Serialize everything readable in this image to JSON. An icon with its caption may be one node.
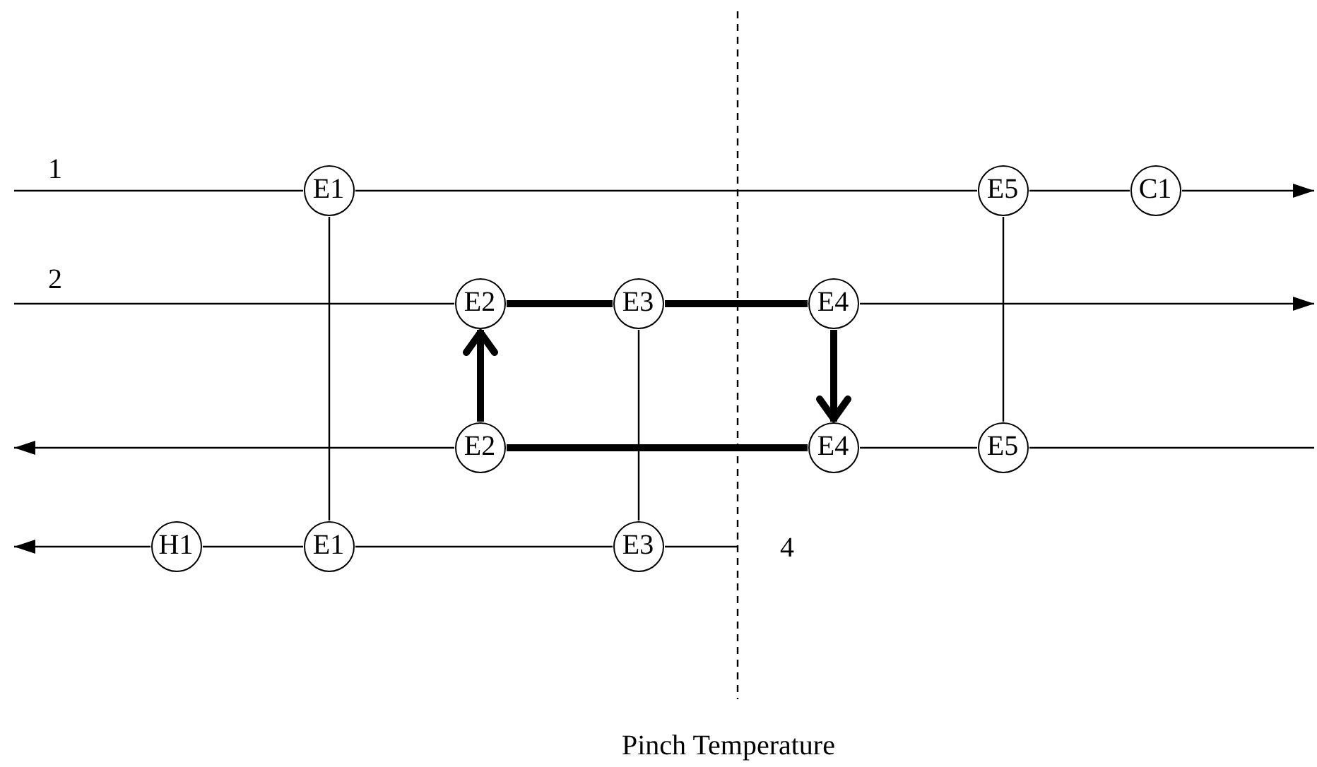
{
  "diagram": {
    "nodes": [
      {
        "text": [
          "E1"
        ]
      },
      {
        "text": [
          "E5"
        ]
      },
      {
        "text": [
          "C1"
        ]
      },
      {
        "text": [
          "E2"
        ]
      },
      {
        "text": [
          "E3"
        ]
      },
      {
        "text": [
          "E4"
        ]
      },
      {
        "text": [
          "E2"
        ]
      },
      {
        "text": [
          "E4"
        ]
      },
      {
        "text": [
          "E5"
        ]
      },
      {
        "text": [
          "H1"
        ]
      },
      {
        "text": [
          "E1"
        ]
      },
      {
        "text": [
          "E3"
        ]
      }
    ],
    "edges": [
      {
        "from": null,
        "to": 0,
        "arrow": "none"
      },
      {
        "from": 0,
        "to": 1,
        "arrow": "none"
      },
      {
        "from": 1,
        "to": 2,
        "arrow": "none"
      },
      {
        "from": 2,
        "to": null,
        "arrow": "to"
      },
      {
        "from": null,
        "to": 3,
        "arrow": "none"
      },
      {
        "from": 3,
        "to": 4,
        "arrow": "none",
        "style": "thick"
      },
      {
        "from": 4,
        "to": 5,
        "arrow": "none",
        "style": "thick"
      },
      {
        "from": 5,
        "to": null,
        "arrow": "to"
      },
      {
        "from": null,
        "to": 8,
        "arrow": "none"
      },
      {
        "from": 8,
        "to": 7,
        "arrow": "none"
      },
      {
        "from": 7,
        "to": 6,
        "arrow": "none",
        "style": "thick"
      },
      {
        "from": 6,
        "to": null,
        "arrow": "to"
      },
      {
        "from": 11,
        "to": null,
        "arrow": "none"
      },
      {
        "from": 10,
        "to": 11,
        "arrow": "none"
      },
      {
        "from": 9,
        "to": 10,
        "arrow": "none"
      },
      {
        "from": 9,
        "to": null,
        "arrow": "to"
      },
      {
        "from": 0,
        "to": 10,
        "arrow": "none"
      },
      {
        "from": 1,
        "to": 8,
        "arrow": "none"
      },
      {
        "from": 4,
        "to": 11,
        "arrow": "none"
      },
      {
        "from": 6,
        "to": 3,
        "arrow": "to",
        "style": "thick"
      },
      {
        "from": 5,
        "to": 7,
        "arrow": "to",
        "style": "thick"
      }
    ],
    "labels": [
      "1",
      "2",
      "4",
      "Pinch Temperature"
    ]
  }
}
